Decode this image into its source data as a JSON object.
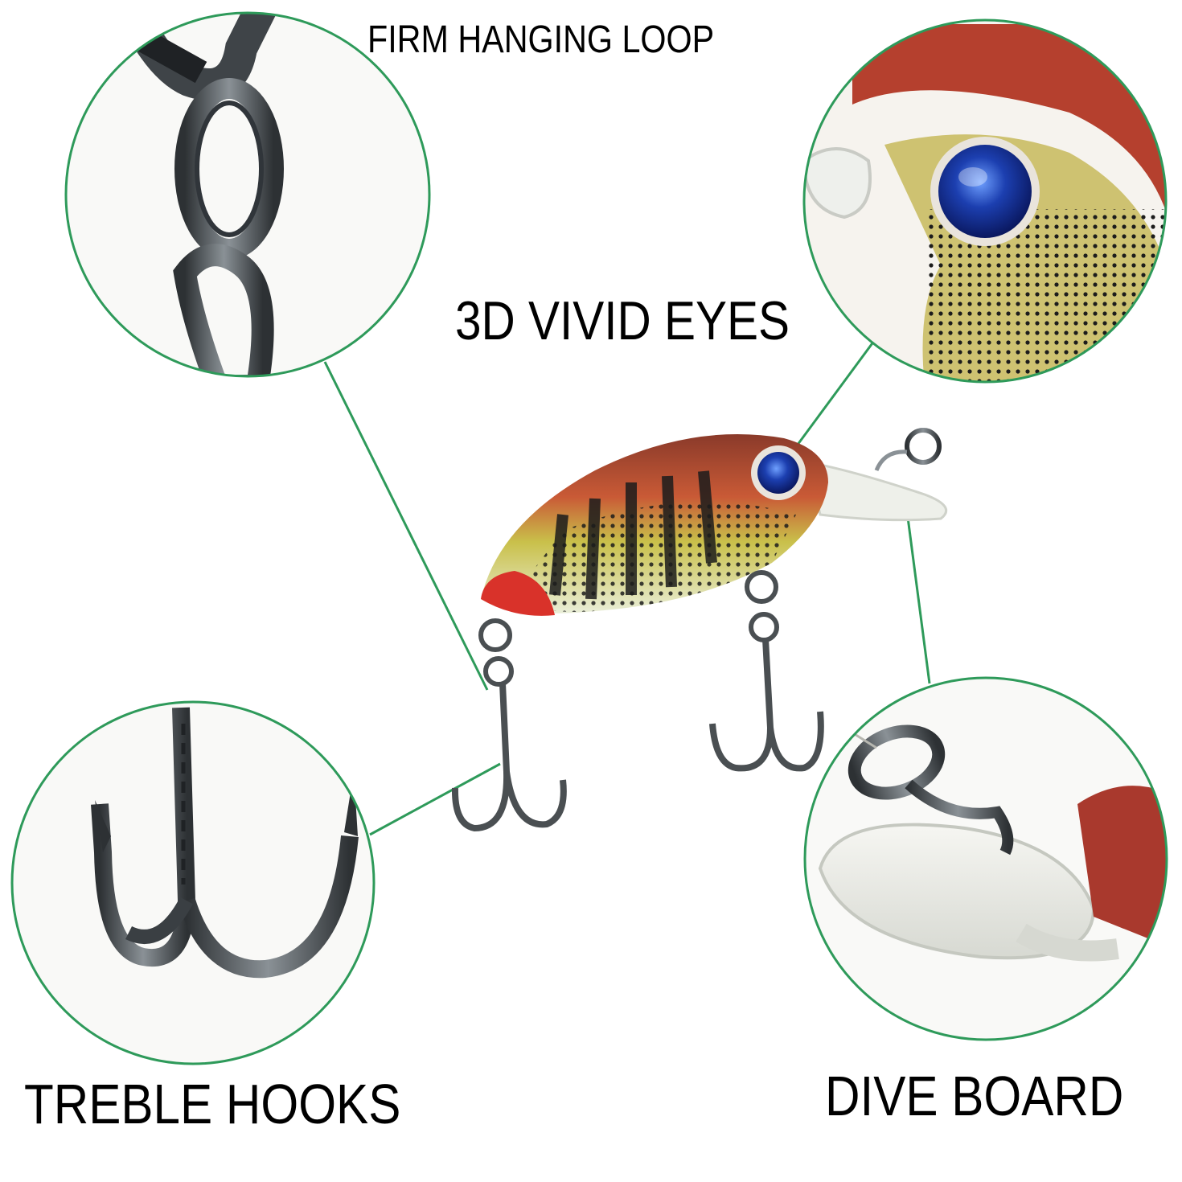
{
  "labels": {
    "hanging_loop": "FIRM HANGING LOOP",
    "vivid_eyes": "3D VIVID EYES",
    "treble_hooks": "TREBLE HOOKS",
    "dive_board": "DIVE BOARD"
  },
  "icons": {
    "product": "crankbait-lure-photo",
    "detail_1": "split-ring-closeup",
    "detail_2": "lure-eye-closeup",
    "detail_3": "treble-hook-closeup",
    "detail_4": "dive-lip-closeup"
  },
  "colors": {
    "callout_ring": "#2e9a5a",
    "lure_head": "#9c3f2c",
    "lure_body": "#c9b84a",
    "lure_eye": "#1c3fb0",
    "lure_nose_red": "#d9322a",
    "hook_metal": "#4a4f52",
    "label_text": "#000000"
  }
}
